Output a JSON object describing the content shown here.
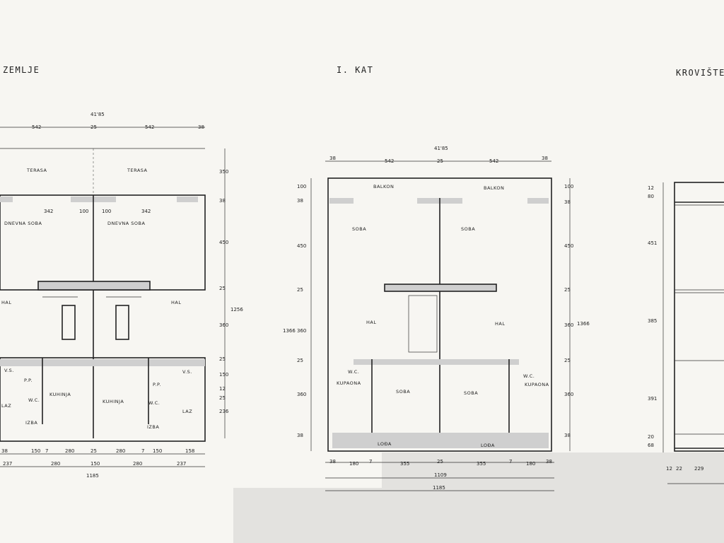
{
  "plans": [
    {
      "title": "ZEMLJE",
      "dims_top": [
        "41'85",
        "542",
        "25",
        "542",
        "38"
      ],
      "dims_right": [
        "350",
        "38",
        "450",
        "25",
        "1256",
        "360",
        "25",
        "150",
        "12",
        "25",
        "236"
      ],
      "dims_bottom": [
        "38",
        "150",
        "7",
        "280",
        "25",
        "280",
        "7",
        "150",
        "158",
        "237",
        "280",
        "150",
        "280",
        "237",
        "1185"
      ],
      "rooms": [
        "TERASA",
        "TERASA",
        "DNEVNA SOBA",
        "DNEVNA SOBA",
        "HAL",
        "HAL",
        "KUHINJA",
        "KUHINJA",
        "W.C.",
        "W.C.",
        "IZBA",
        "IZBA",
        "LAZ",
        "LAZ",
        "P.P.",
        "P.P.",
        "V.S.",
        "V.S."
      ],
      "misc": [
        "342",
        "100",
        "342",
        "100"
      ]
    },
    {
      "title": "I. KAT",
      "dims_top": [
        "41'85",
        "38",
        "542",
        "25",
        "542",
        "38"
      ],
      "dims_left": [
        "100",
        "38",
        "450",
        "25",
        "1366",
        "360",
        "25",
        "360",
        "38"
      ],
      "dims_right": [
        "100",
        "38",
        "450",
        "25",
        "1366",
        "360",
        "25",
        "360",
        "38"
      ],
      "dims_bottom": [
        "38",
        "180",
        "7",
        "355",
        "25",
        "355",
        "7",
        "180",
        "38",
        "1109",
        "1185"
      ],
      "rooms": [
        "BALKON",
        "BALKON",
        "SOBA",
        "SOBA",
        "HAL",
        "HAL",
        "KUPAONA",
        "KUPAONA",
        "SOBA",
        "SOBA",
        "W.C.",
        "W.C.",
        "LOĐA",
        "LOĐA"
      ]
    },
    {
      "title": "KROVIŠTE",
      "dims_left": [
        "12",
        "80",
        "451",
        "385",
        "391",
        "20",
        "68"
      ],
      "dims_bottom": [
        "12",
        "22",
        "229"
      ]
    }
  ]
}
